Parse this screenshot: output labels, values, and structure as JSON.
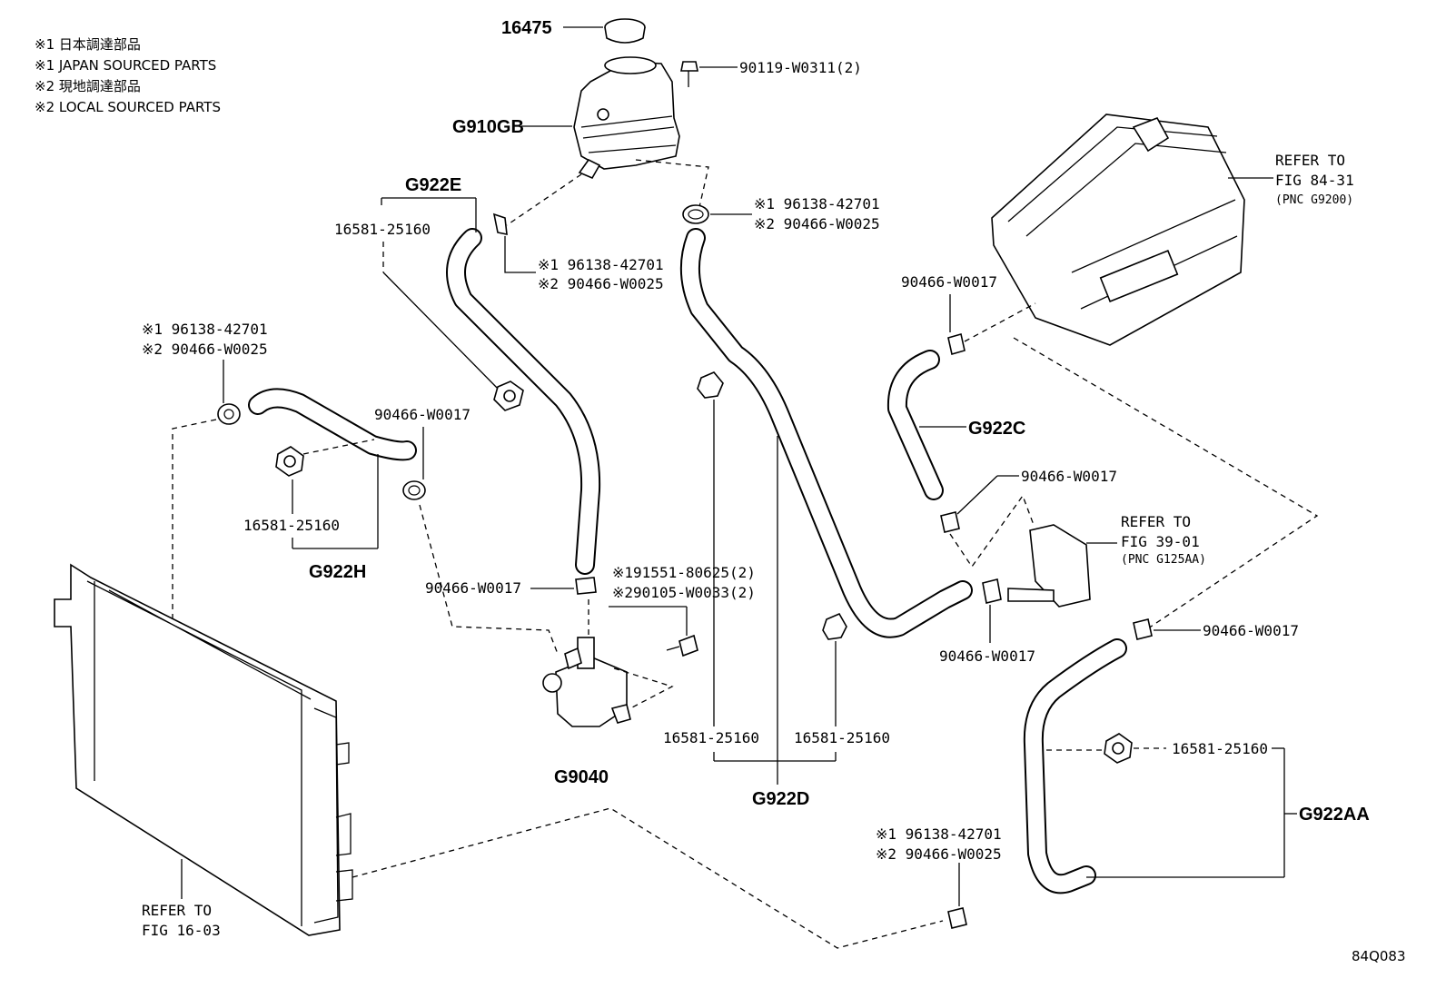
{
  "notes": [
    "※1 日本調達部品",
    "※1 JAPAN SOURCED PARTS",
    "※2 現地調達部品",
    "※2 LOCAL SOURCED PARTS"
  ],
  "labels": {
    "cap": "16475",
    "bolt_top": "90119-W0311(2)",
    "tank": "G910GB",
    "g922e": "G922E",
    "e_clamp": "16581-25160",
    "tank_clip1": "※1 96138-42701",
    "tank_clip2": "※2 90466-W0025",
    "right_clip1": "※1 96138-42701",
    "right_clip2": "※2 90466-W0025",
    "left_clip1": "※1 96138-42701",
    "left_clip2": "※2 90466-W0025",
    "h_clip": "90466-W0017",
    "h_clamp": "16581-25160",
    "g922h": "G922H",
    "pump_clip": "90466-W0017",
    "pump_bolt1": "※191551-80625(2)",
    "pump_bolt2": "※290105-W0033(2)",
    "g9040": "G9040",
    "d_clamp_left": "16581-25160",
    "d_clamp_right": "16581-25160",
    "g922d": "G922D",
    "inv_clip": "90466-W0017",
    "g922c": "G922C",
    "c_clip": "90466-W0017",
    "mid_clip": "90466-W0017",
    "aa_clip": "90466-W0017",
    "aa_clamp": "16581-25160",
    "g922aa": "G922AA",
    "bottom_clip1": "※1 96138-42701",
    "bottom_clip2": "※2 90466-W0025",
    "refer_inverter": [
      "REFER TO",
      "FIG 84-31",
      "(PNC G9200)"
    ],
    "refer_pump": [
      "REFER TO",
      "FIG 39-01",
      "(PNC G125AA)"
    ],
    "refer_radiator": [
      "REFER TO",
      "FIG 16-03"
    ],
    "figure_code": "84Q083"
  }
}
